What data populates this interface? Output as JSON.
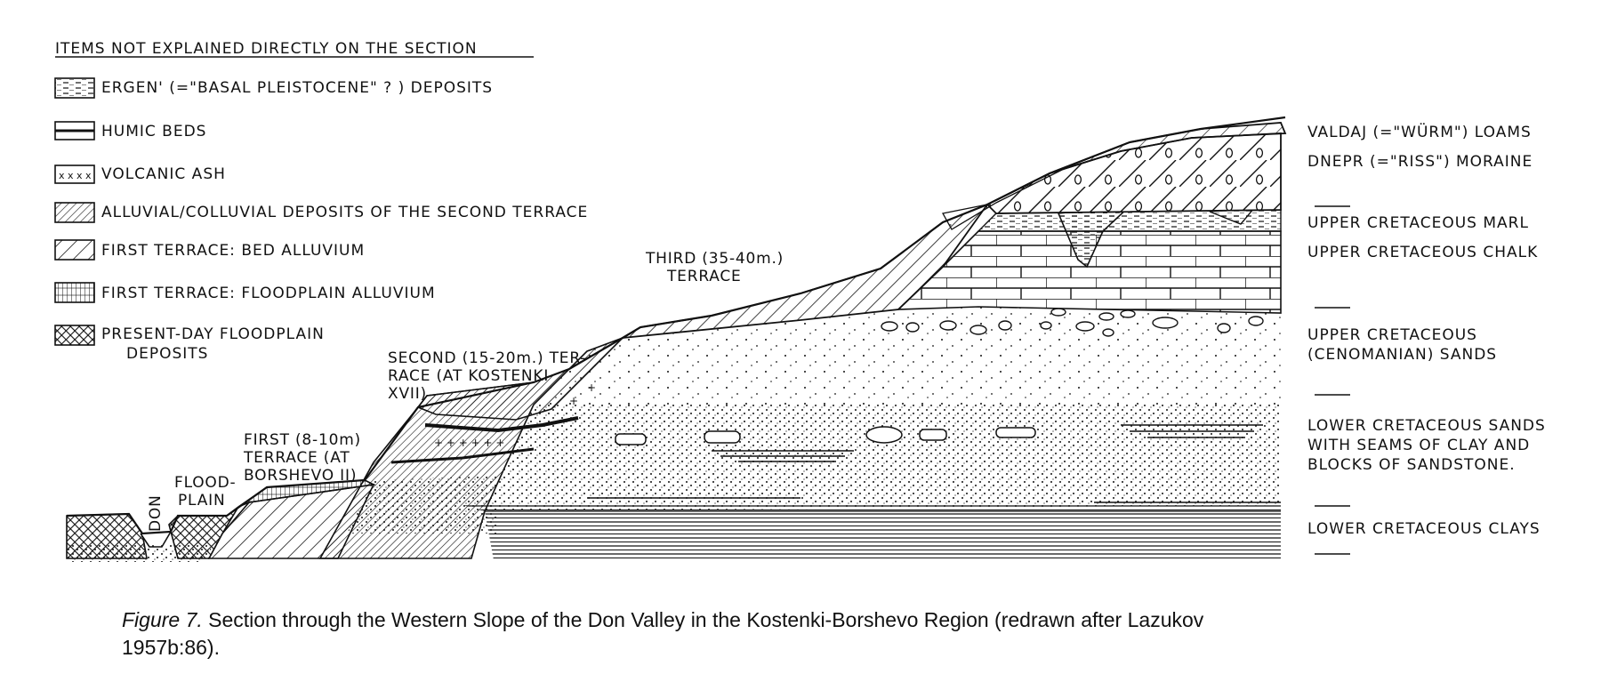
{
  "legend": {
    "heading": "ITEMS NOT EXPLAINED DIRECTLY ON THE SECTION",
    "items": [
      {
        "label": "ERGEN' (=\"BASAL PLEISTOCENE\" ? ) DEPOSITS",
        "symbol": "dash-icon"
      },
      {
        "label": "HUMIC BEDS",
        "symbol": "double-line-icon"
      },
      {
        "label": "VOLCANIC ASH",
        "symbol": "cross-row-icon"
      },
      {
        "label": "ALLUVIAL/COLLUVIAL DEPOSITS OF THE SECOND TERRACE",
        "symbol": "dense-hatch-icon"
      },
      {
        "label": "FIRST TERRACE: BED ALLUVIUM",
        "symbol": "diagonal-hatch-icon"
      },
      {
        "label": "FIRST TERRACE: FLOODPLAIN ALLUVIUM",
        "symbol": "vertical-hatch-icon"
      },
      {
        "label": "PRESENT-DAY FLOODPLAIN",
        "label2": "DEPOSITS",
        "symbol": "crosshatch-icon"
      }
    ]
  },
  "section_labels": {
    "third_terrace_1": "THIRD (35-40m.)",
    "third_terrace_2": "TERRACE",
    "second_terrace_1": "SECOND (15-20m.) TER-",
    "second_terrace_2": "RACE (AT KOSTENKI",
    "second_terrace_3": "XVII)",
    "first_terrace_1": "FIRST (8-10m)",
    "first_terrace_2": "TERRACE (AT",
    "first_terrace_3": "BORSHEVO II)",
    "floodplain_1": "FLOOD-",
    "floodplain_2": "PLAIN",
    "river": "DON"
  },
  "strata": [
    {
      "line1": "VALDAJ (=\"WÜRM\") LOAMS"
    },
    {
      "line1": "DNEPR (=\"RISS\") MORAINE"
    },
    {
      "line1": "UPPER CRETACEOUS MARL"
    },
    {
      "line1": "UPPER CRETACEOUS CHALK"
    },
    {
      "line1": "UPPER CRETACEOUS",
      "line2": "(CENOMANIAN) SANDS"
    },
    {
      "line1": "LOWER CRETACEOUS SANDS",
      "line2": "WITH SEAMS OF CLAY AND",
      "line3": "BLOCKS OF SANDSTONE."
    },
    {
      "line1": "LOWER CRETACEOUS CLAYS"
    }
  ],
  "caption": {
    "figure_label": "Figure 7.",
    "text_line1": " Section through the Western Slope of the Don Valley in the Kostenki-Borshevo Region (redrawn after Lazukov",
    "text_line2": "1957b:86)."
  },
  "colors": {
    "ink": "#111111",
    "paper": "#ffffff"
  }
}
